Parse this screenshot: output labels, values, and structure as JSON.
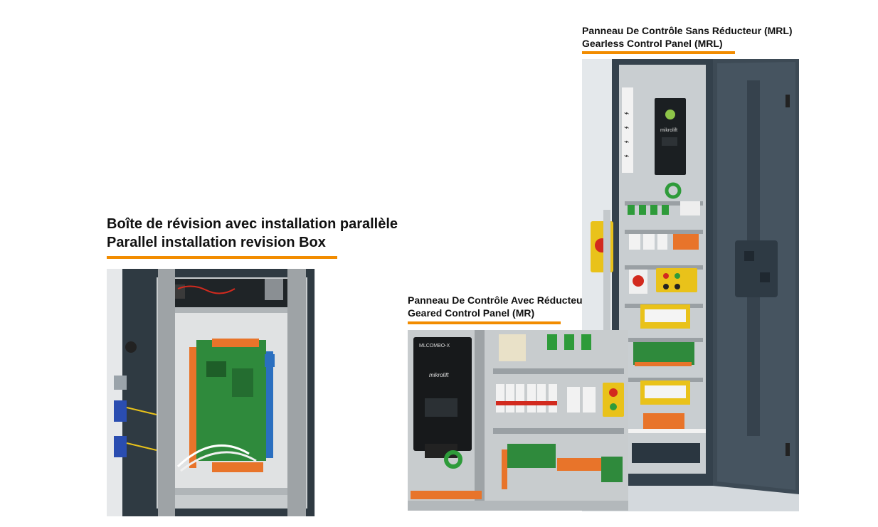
{
  "captions": {
    "mrl": {
      "line1": "Panneau De Contrôle Sans Réducteur (MRL)",
      "line2": "Gearless Control Panel (MRL)"
    },
    "revision": {
      "line1": "Boîte de révision avec installation parallèle",
      "line2": "Parallel installation revision Box"
    },
    "mr": {
      "line1": "Panneau De Contrôle Avec Réducteur (MR)",
      "line2": "Geared Control Panel (MR)"
    }
  },
  "brand": {
    "mrl_drive_logo": "mikrolift",
    "mr_drive_model": "MLCOMBO-X",
    "mr_drive_logo": "mikrolift"
  },
  "colors": {
    "accent_underline": "#f28c00",
    "cabinet": "#3d4a55",
    "pcb_green": "#2f8a3c",
    "terminal_orange": "#e8742a",
    "terminal_blue": "#2a6fc0"
  }
}
